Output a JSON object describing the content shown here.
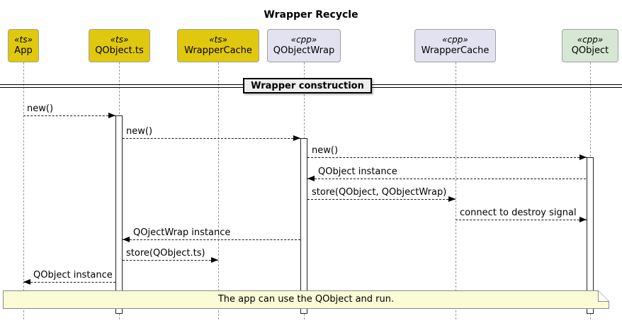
{
  "title": "Wrapper Recycle",
  "divider": {
    "label": "Wrapper construction"
  },
  "participants": [
    {
      "stereotype": "«ts»",
      "name": "App",
      "language": "ts",
      "fill": "#e0c80e"
    },
    {
      "stereotype": "«ts»",
      "name": "QObject.ts",
      "language": "ts",
      "fill": "#e0c80e"
    },
    {
      "stereotype": "«ts»",
      "name": "WrapperCache",
      "language": "ts",
      "fill": "#e0c80e"
    },
    {
      "stereotype": "«cpp»",
      "name": "QObjectWrap",
      "language": "cpp",
      "fill": "#e2e2f0"
    },
    {
      "stereotype": "«cpp»",
      "name": "WrapperCache",
      "language": "cpp",
      "fill": "#e2e2f0"
    },
    {
      "stereotype": "«cpp»",
      "name": "QObject",
      "language": "cpp",
      "fill": "#d6e8d4"
    }
  ],
  "messages": [
    {
      "label": "new()",
      "from": "App (ts)",
      "to": "QObject.ts (ts)",
      "direction": "right"
    },
    {
      "label": "new()",
      "from": "QObject.ts (ts)",
      "to": "QObjectWrap (cpp)",
      "direction": "right"
    },
    {
      "label": "new()",
      "from": "QObjectWrap (cpp)",
      "to": "QObject (cpp)",
      "direction": "right"
    },
    {
      "label": "QObject instance",
      "from": "QObject (cpp)",
      "to": "QObjectWrap (cpp)",
      "direction": "left"
    },
    {
      "label": "store(QObject, QObjectWrap)",
      "from": "QObjectWrap (cpp)",
      "to": "WrapperCache (cpp)",
      "direction": "right"
    },
    {
      "label": "connect to destroy signal",
      "from": "WrapperCache (cpp)",
      "to": "QObject (cpp)",
      "direction": "right"
    },
    {
      "label": "QOjectWrap instance",
      "from": "QObjectWrap (cpp)",
      "to": "QObject.ts (ts)",
      "direction": "left"
    },
    {
      "label": "store(QObject.ts)",
      "from": "QObject.ts (ts)",
      "to": "WrapperCache (ts)",
      "direction": "right"
    },
    {
      "label": "QObject instance",
      "from": "QObject.ts (ts)",
      "to": "App (ts)",
      "direction": "left"
    }
  ],
  "note": {
    "text": "The app can use the QObject and run."
  },
  "colors": {
    "ts_fill": "#e0c80e",
    "cpp_fill": "#e2e2f0",
    "qobject_fill": "#d6e8d4",
    "participant_border": "#a0a0a0",
    "note_fill": "#fbfbd7",
    "note_border": "#8a8a8a",
    "divider_fill": "#eeeeee",
    "lifeline_gray": "#9a9a9a",
    "background": "#ffffff"
  }
}
